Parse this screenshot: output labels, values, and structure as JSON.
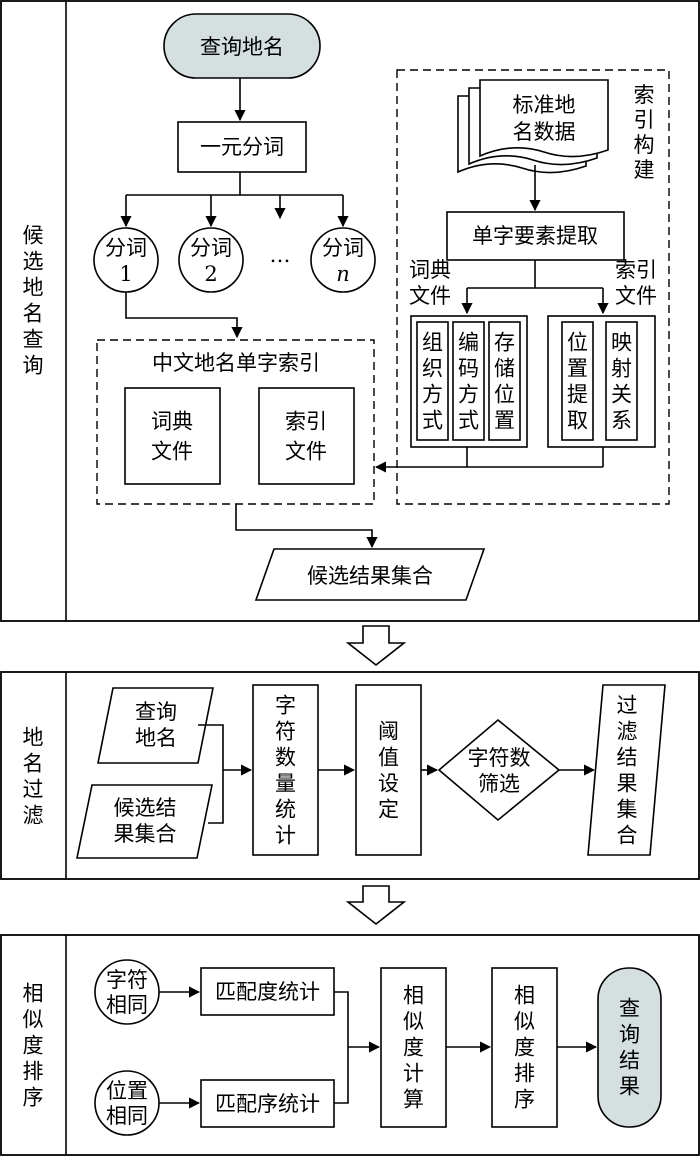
{
  "colors": {
    "terminal_fill": "#d5dfe0",
    "line": "#000000",
    "background": "#ffffff"
  },
  "sections": {
    "candidate_query": {
      "label": "候选地名查询"
    },
    "name_filter": {
      "label": "地名过滤"
    },
    "similarity_sort": {
      "label": "相似度排序"
    }
  },
  "query": {
    "start": "查询地名",
    "unigram": "一元分词",
    "tokens": [
      {
        "word": "分词",
        "num": "1"
      },
      {
        "word": "分词",
        "num": "2"
      },
      {
        "word": "分词",
        "num": "n"
      }
    ],
    "ellipsis": "…",
    "index_group": {
      "title": "中文地名单字索引",
      "dict_file": "词典文件",
      "index_file": "索引文件"
    },
    "index_build": {
      "title": "索引构建",
      "source": "标准地名数据",
      "extract": "单字要素提取",
      "dict_label": "词典文件",
      "index_label": "索引文件",
      "dict_items": [
        "组织方式",
        "编码方式",
        "存储位置"
      ],
      "index_items": [
        "位置提取",
        "映射关系"
      ]
    },
    "result": "候选结果集合"
  },
  "filter": {
    "inputs": [
      "查询地名",
      "候选结果集合"
    ],
    "count": "字符数量统计",
    "threshold": "阈值设定",
    "decision": "字符数筛选",
    "output": "过滤结果集合"
  },
  "ranking": {
    "same_char": "字符相同",
    "same_pos": "位置相同",
    "match_degree": "匹配度统计",
    "match_order": "匹配序统计",
    "sim_calc": "相似度计算",
    "sim_sort": "相似度排序",
    "result": "查询结果"
  }
}
